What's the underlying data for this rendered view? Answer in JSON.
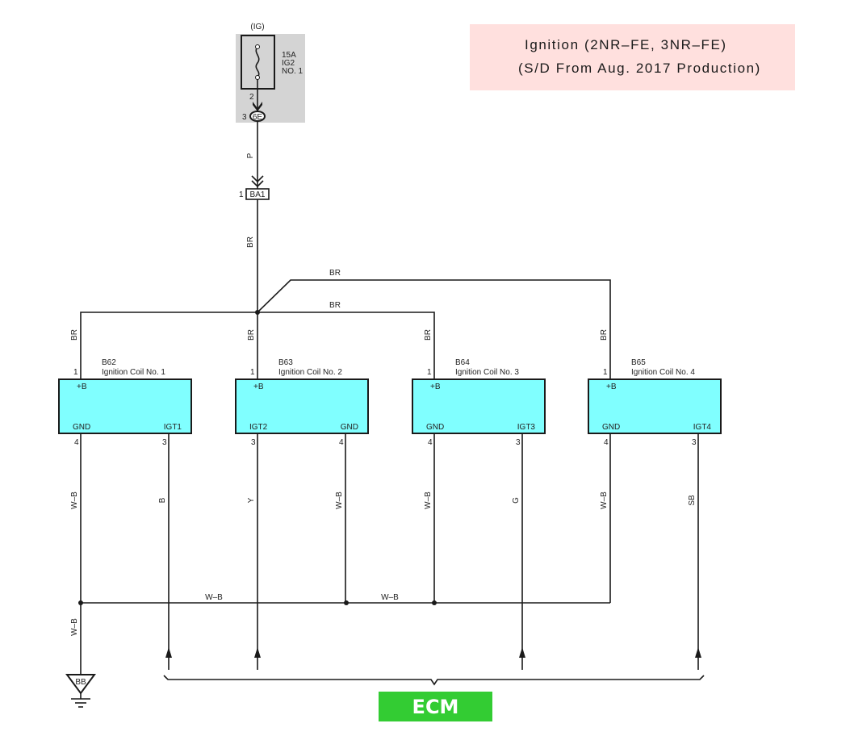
{
  "title": {
    "line1": "Ignition (2NR–FE,  3NR–FE)",
    "line2": "(S/D From Aug.  2017 Production)",
    "background": "#ffe0de"
  },
  "fuse": {
    "supply_label": "(IG)",
    "rating": "15A",
    "name_line1": "IG2",
    "name_line2": "NO. 1",
    "pin_out": "2",
    "connector": "6E",
    "connector_pin": "3"
  },
  "junction": {
    "connector": "BA1",
    "pin": "1",
    "wire_in": "P",
    "wire_out": "BR"
  },
  "power_bus": {
    "upper_label": "BR",
    "lower_label": "BR"
  },
  "coils": [
    {
      "code": "B62",
      "name": "Ignition Coil No.  1",
      "pin_top": "1",
      "top_terminal": "+B",
      "left_terminal": "GND",
      "right_terminal": "IGT1",
      "left_pin": "4",
      "right_pin": "3",
      "feed_wire": "BR",
      "left_wire": "W–B",
      "right_wire": "B"
    },
    {
      "code": "B63",
      "name": "Ignition Coil No.  2",
      "pin_top": "1",
      "top_terminal": "+B",
      "left_terminal": "IGT2",
      "right_terminal": "GND",
      "left_pin": "3",
      "right_pin": "4",
      "feed_wire": "BR",
      "left_wire": "Y",
      "right_wire": "W–B"
    },
    {
      "code": "B64",
      "name": "Ignition Coil No.  3",
      "pin_top": "1",
      "top_terminal": "+B",
      "left_terminal": "GND",
      "right_terminal": "IGT3",
      "left_pin": "4",
      "right_pin": "3",
      "feed_wire": "BR",
      "left_wire": "W–B",
      "right_wire": "G"
    },
    {
      "code": "B65",
      "name": "Ignition Coil No.  4",
      "pin_top": "1",
      "top_terminal": "+B",
      "left_terminal": "GND",
      "right_terminal": "IGT4",
      "left_pin": "4",
      "right_pin": "3",
      "feed_wire": "BR",
      "left_wire": "W–B",
      "right_wire": "SB"
    }
  ],
  "ground_bus": {
    "label_left": "W–B",
    "label_right": "W–B",
    "drop_label": "W–B",
    "ground_point": "BB"
  },
  "ecm": {
    "label": "ECM",
    "color": "#33cc33"
  },
  "colors": {
    "coil_fill": "#80ffff",
    "fuse_panel": "#d4d4d4",
    "wire": "#1a1a1a"
  }
}
